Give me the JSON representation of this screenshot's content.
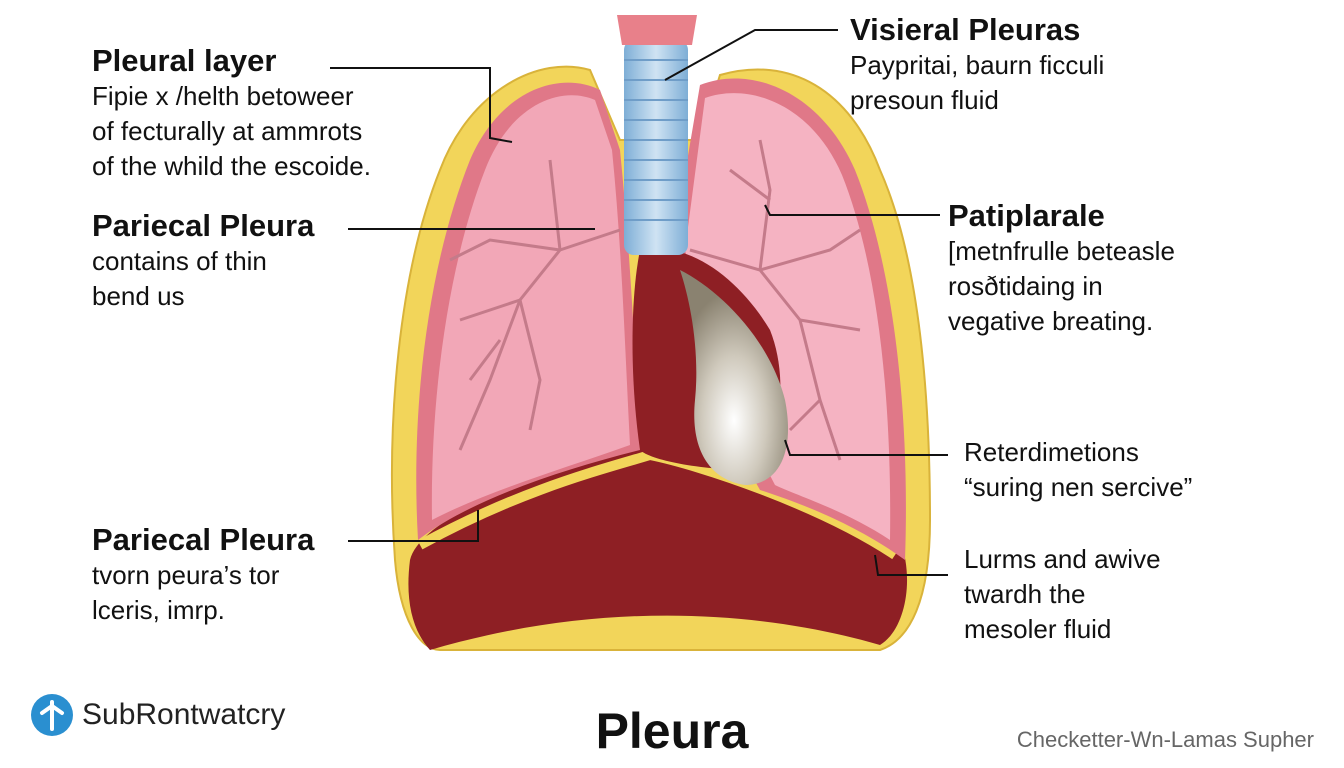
{
  "title": "Pleura",
  "logo": {
    "text": "SubRontwatcry",
    "icon": "cross-circle-icon",
    "color": "#2a8fd0"
  },
  "credit": "Checketter-Wn-Lamas Supher",
  "labels_left": [
    {
      "heading": "Pleural layer",
      "lines": [
        "Fipie x /helth betoweer",
        "of fecturally at ammrots",
        "of the whild the escoide."
      ]
    },
    {
      "heading": "Pariecal Pleura",
      "lines": [
        "contains of thin",
        "bend us"
      ]
    },
    {
      "heading": "Pariecal Pleura",
      "lines": [
        "tvorn peura’s tor",
        "lceris, imrp."
      ]
    }
  ],
  "labels_right": [
    {
      "heading": "Visieral Pleuras",
      "lines": [
        "Paypritai, baurn ficculi",
        "presoun fluid"
      ]
    },
    {
      "heading": "Patiplarale",
      "lines": [
        "[metnfrulle beteasle",
        "rosðtidaing in",
        "vegative breating."
      ]
    },
    {
      "heading": "",
      "lines": [
        "Reterdimetions",
        "“suring nen sercive”"
      ]
    },
    {
      "heading": "",
      "lines": [
        "Lurms and awive",
        "twardh the",
        "mesoler fluid"
      ]
    }
  ],
  "colors": {
    "pleura": "#f2d55a",
    "lung": "#f0a0b0",
    "diaphragm": "#8e1f24",
    "trachea": "#9cc4e4"
  }
}
